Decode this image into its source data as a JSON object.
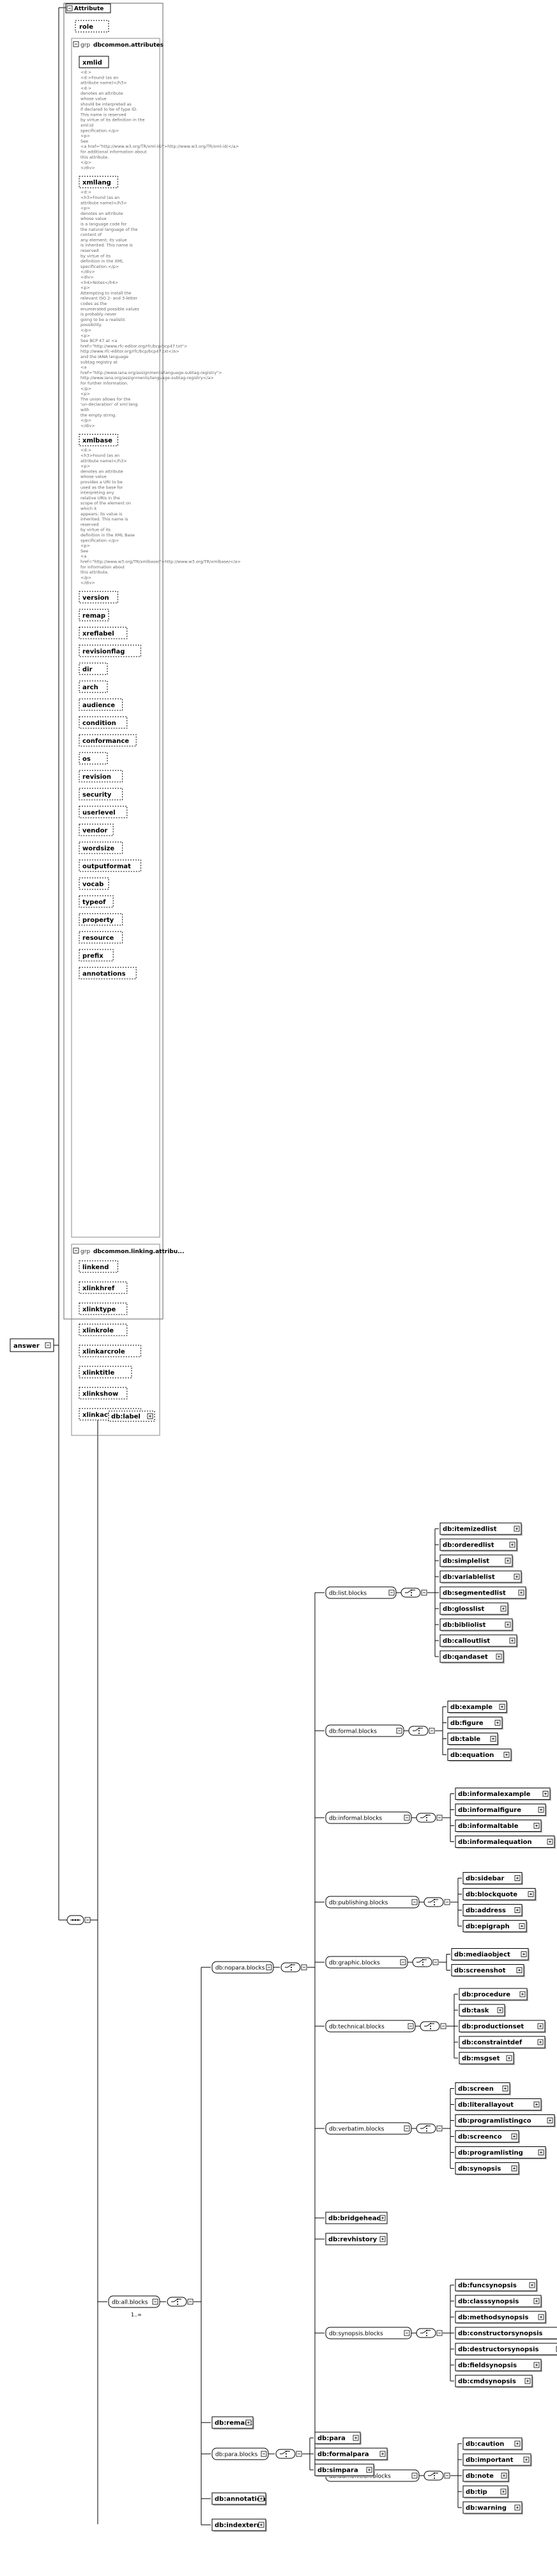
{
  "root": {
    "label": "answer"
  },
  "attributes_box": {
    "title": "Attribute",
    "role": "role",
    "common_group": {
      "prefix": "grp",
      "title": "dbcommon.attributes",
      "attrs": [
        {
          "name": "xmlid",
          "dashed": false,
          "doc": [
            "<d:>",
            "        <d:>Found (as an",
            "attribute name)</h3>",
            "        <d:>",
            "        denotes an attribute",
            "whose value",
            "        should be interpreted as",
            "if declared to be of type ID.",
            "        This name is reserved",
            "by virtue of its definition in the",
            "        xml:id",
            "specification.</p>",
            "        <p>",
            "        See",
            "<a href=\"http://www.w3.org/TR/xml-id/\">http://www.w3.org/TR/xml-id/</a>",
            "for additional information about",
            "this attribute.",
            "        </p>",
            "</div>"
          ]
        },
        {
          "name": "xmllang",
          "dashed": true,
          "doc": [
            "<d:>",
            "        <h3>Found (as an",
            "attribute name)</h3>",
            "        <p>",
            "        denotes an attribute",
            "whose value",
            "        is a language code for",
            "the natural language of the",
            "content of",
            "        any element; its value",
            "is inherited. This name is",
            "reserved",
            "        by virtue of its",
            "definition in the XML",
            "specification.</p>",
            "</div>",
            "        <div>",
            "        <h4>Notes</h4>",
            "        <p>",
            "Attempting to install the",
            "relevant ISO 2- and 3-letter",
            "        codes as the",
            "enumerated possible values",
            "is probably never",
            "        going to be a realistic",
            "possibility.",
            "        </p>",
            "        <p>",
            "        See BCP 47 at <a",
            "href=\"http://www.rfc-editor.org/rfc/bcp/bcp47.txt\">",
            "        http://www.rfc-editor.org/rfc/bcp/bcp47.txt</a>",
            "        and the IANA language",
            "subtag registry at",
            "        <a",
            "href=\"http://www.iana.org/assignments/language-subtag-registry\">",
            "        http://www.iana.org/assignments/language-subtag-registry</a>",
            "        for further information.",
            "        </p>",
            "        <p>",
            "        The union allows for the",
            "'un-declaration' of xml:lang",
            "with",
            "        the empty string.",
            "        </p>",
            "</div>"
          ]
        },
        {
          "name": "xmlbase",
          "dashed": true,
          "doc": [
            "<d:>",
            "        <h3>Found (as an",
            "attribute name)</h3>",
            "        <p>",
            "        denotes an attribute",
            "whose value",
            "        provides a URI to be",
            "used as the base for",
            "interpreting any",
            "        relative URIs in the",
            "scope of the element on",
            "which it",
            "        appears; its value is",
            "inherited. This name is",
            "reserved",
            "        by virtue of its",
            "definition in the XML Base",
            "specification.</p>",
            "        <p>",
            "        See",
            "<a",
            "href=\"http://www.w3.org/TR/xmlbase/\">http://www.w3.org/TR/xmlbase/</a>",
            "        for information about",
            "this attribute.",
            "        </p>",
            "</div>"
          ]
        },
        {
          "name": "version",
          "dashed": true
        },
        {
          "name": "remap",
          "dashed": true
        },
        {
          "name": "xreflabel",
          "dashed": true
        },
        {
          "name": "revisionflag",
          "dashed": true
        },
        {
          "name": "dir",
          "dashed": true
        },
        {
          "name": "arch",
          "dashed": true
        },
        {
          "name": "audience",
          "dashed": true
        },
        {
          "name": "condition",
          "dashed": true
        },
        {
          "name": "conformance",
          "dashed": true
        },
        {
          "name": "os",
          "dashed": true
        },
        {
          "name": "revision",
          "dashed": true
        },
        {
          "name": "security",
          "dashed": true
        },
        {
          "name": "userlevel",
          "dashed": true
        },
        {
          "name": "vendor",
          "dashed": true
        },
        {
          "name": "wordsize",
          "dashed": true
        },
        {
          "name": "outputformat",
          "dashed": true
        },
        {
          "name": "vocab",
          "dashed": true
        },
        {
          "name": "typeof",
          "dashed": true
        },
        {
          "name": "property",
          "dashed": true
        },
        {
          "name": "resource",
          "dashed": true
        },
        {
          "name": "prefix",
          "dashed": true
        },
        {
          "name": "annotations",
          "dashed": true
        }
      ]
    },
    "linking_group": {
      "prefix": "grp",
      "title": "dbcommon.linking.attribu...",
      "attrs": [
        "linkend",
        "xlinkhref",
        "xlinktype",
        "xlinkrole",
        "xlinkarcrole",
        "xlinktitle",
        "xlinkshow",
        "xlinkactuate"
      ]
    }
  },
  "label_element": "db:label",
  "all_blocks": {
    "label": "db:all.blocks",
    "occurrence": "1..∞"
  },
  "nopara_blocks": {
    "label": "db:nopara.blocks"
  },
  "groups": [
    {
      "label": "db:list.blocks",
      "items": [
        "db:itemizedlist",
        "db:orderedlist",
        "db:simplelist",
        "db:variablelist",
        "db:segmentedlist",
        "db:glosslist",
        "db:bibliolist",
        "db:calloutlist",
        "db:qandaset"
      ]
    },
    {
      "label": "db:formal.blocks",
      "items": [
        "db:example",
        "db:figure",
        "db:table",
        "db:equation"
      ]
    },
    {
      "label": "db:informal.blocks",
      "items": [
        "db:informalexample",
        "db:informalfigure",
        "db:informaltable",
        "db:informalequation"
      ]
    },
    {
      "label": "db:publishing.blocks",
      "items": [
        "db:sidebar",
        "db:blockquote",
        "db:address",
        "db:epigraph"
      ]
    },
    {
      "label": "db:graphic.blocks",
      "items": [
        "db:mediaobject",
        "db:screenshot"
      ]
    },
    {
      "label": "db:technical.blocks",
      "items": [
        "db:procedure",
        "db:task",
        "db:productionset",
        "db:constraintdef",
        "db:msgset"
      ]
    },
    {
      "label": "db:verbatim.blocks",
      "items": [
        "db:screen",
        "db:literallayout",
        "db:programlistingco",
        "db:screenco",
        "db:programlisting",
        "db:synopsis"
      ]
    },
    {
      "label": "db:bridgehead",
      "items": []
    },
    {
      "label": "db:revhistory",
      "items": []
    },
    {
      "label": "db:synopsis.blocks",
      "items": [
        "db:funcsynopsis",
        "db:classsynopsis",
        "db:methodsynopsis",
        "db:constructorsynopsis",
        "db:destructorsynopsis",
        "db:fieldsynopsis",
        "db:cmdsynopsis"
      ]
    },
    {
      "label": "db:admonition.blocks",
      "items": [
        "db:caution",
        "db:important",
        "db:note",
        "db:tip",
        "db:warning"
      ]
    }
  ],
  "remark": "db:remark",
  "para_blocks": {
    "label": "db:para.blocks",
    "items": [
      "db:para",
      "db:formalpara",
      "db:simpara"
    ]
  },
  "annotation": "db:annotation",
  "indexterm": "db:indexterm"
}
